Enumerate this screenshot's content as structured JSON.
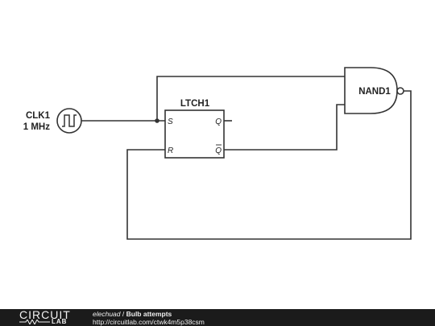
{
  "components": {
    "clock": {
      "name": "CLK1",
      "frequency": "1 MHz"
    },
    "latch": {
      "name": "LTCH1",
      "pins": {
        "s": "S",
        "r": "R",
        "q": "Q",
        "qbar": "Q"
      }
    },
    "gate": {
      "name": "NAND1"
    }
  },
  "footer": {
    "logo_top": "CIRCUIT",
    "logo_bottom": "LAB",
    "author": "elechuad",
    "separator": " / ",
    "title": "Bulb attempts",
    "url": "http://circuitlab.com/ctwk4m5p38csm"
  },
  "colors": {
    "wire": "#333333",
    "footer_bg": "#1b1b1b"
  }
}
